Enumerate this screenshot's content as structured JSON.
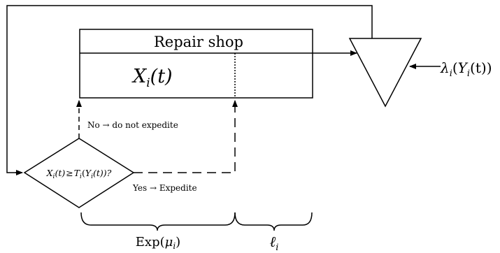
{
  "repair_shop": {
    "title": "Repair shop",
    "state_base": "X",
    "state_sub": "i",
    "state_arg": "(t)"
  },
  "arrival_rate": {
    "symbol": "λ",
    "sub": "i",
    "arg_open": "(",
    "arg_var": "Y",
    "arg_sub": "i",
    "arg_rest": "(t))"
  },
  "decision": {
    "lhs_var": "X",
    "lhs_sub": "i",
    "lhs_arg": "(t)",
    "relation": "≥",
    "rhs_var": "T",
    "rhs_sub": "i",
    "rhs_open": "(",
    "rhs_inner_var": "Y",
    "rhs_inner_sub": "i",
    "rhs_rest": "(t))?"
  },
  "branch_no": {
    "label": "No → do not expedite"
  },
  "branch_yes": {
    "label": "Yes → Expedite"
  },
  "brace_exp": {
    "text": "Exp(",
    "param": "μ",
    "param_sub": "i",
    "close": ")"
  },
  "brace_lead": {
    "symbol": "ℓ",
    "sub": "i"
  }
}
